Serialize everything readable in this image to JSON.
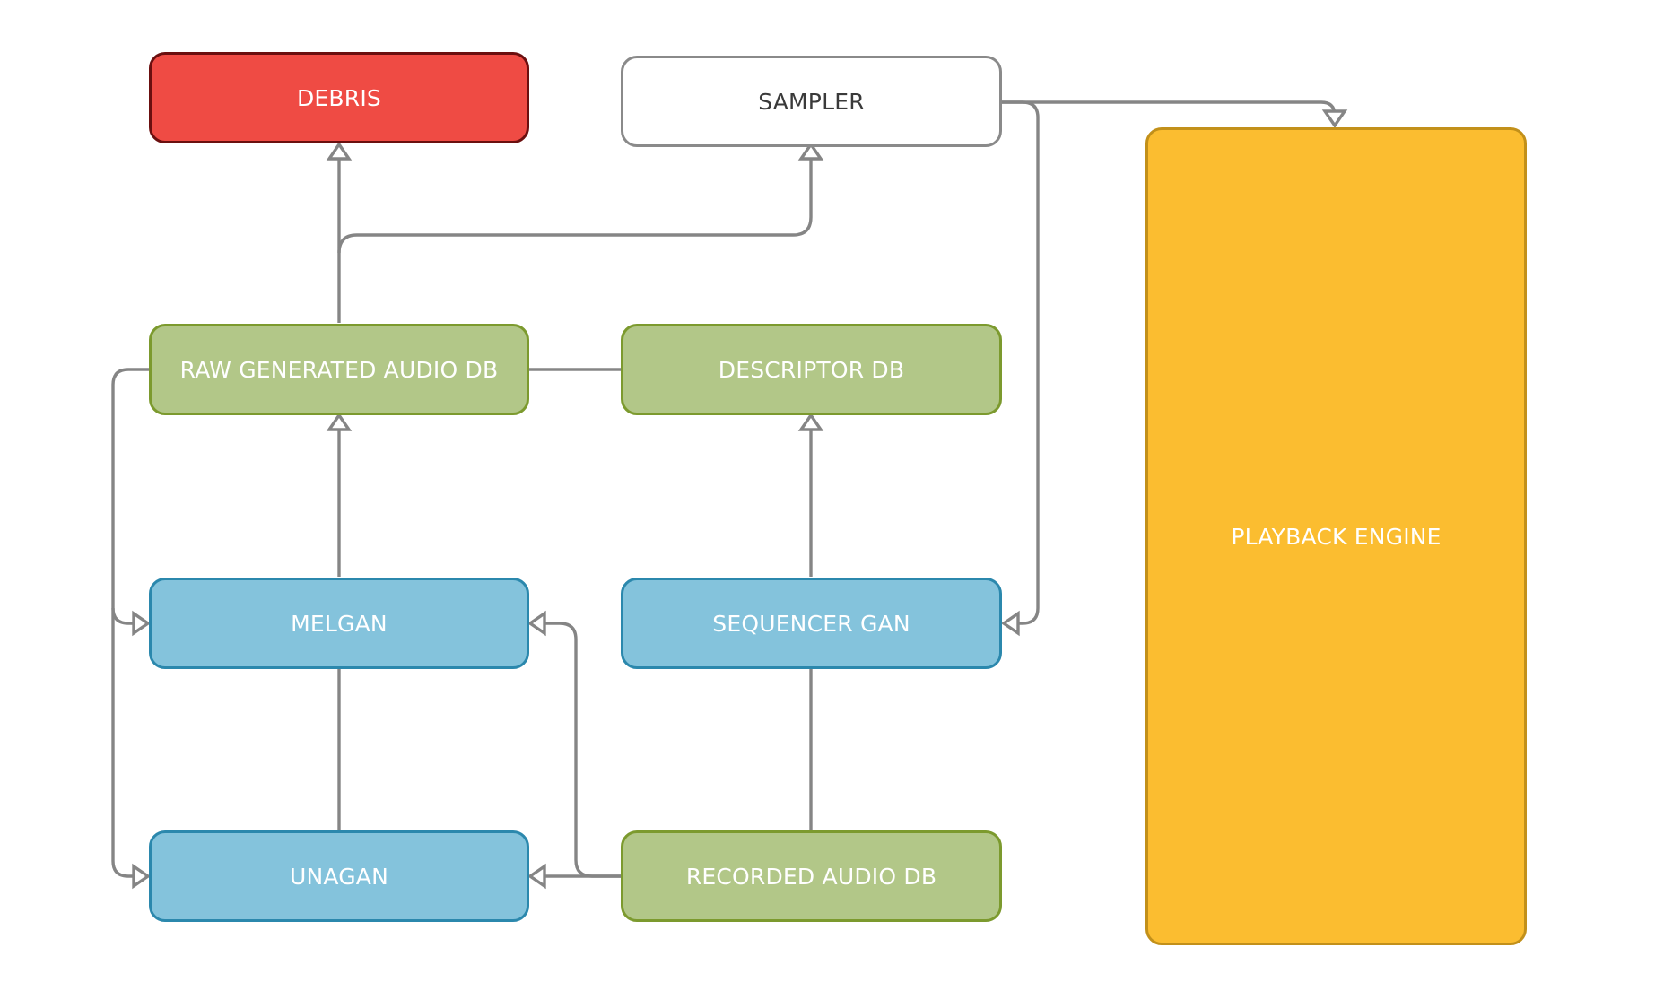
{
  "nodes": {
    "debris": "DEBRIS",
    "sampler": "SAMPLER",
    "raw_generated_audio_db": "RAW GENERATED AUDIO DB",
    "descriptor_db": "DESCRIPTOR DB",
    "melgan": "MELGAN",
    "sequencer_gan": "SEQUENCER GAN",
    "unagan": "UNAGAN",
    "recorded_audio_db": "RECORDED AUDIO DB",
    "playback_engine": "PLAYBACK ENGINE"
  },
  "edges": [
    {
      "from": "RAW GENERATED AUDIO DB",
      "to": "DEBRIS"
    },
    {
      "from": "RAW GENERATED AUDIO DB",
      "to": "SAMPLER"
    },
    {
      "from": "SAMPLER",
      "to": "PLAYBACK ENGINE"
    },
    {
      "from": "SAMPLER",
      "to": "SEQUENCER GAN"
    },
    {
      "from": "RAW GENERATED AUDIO DB",
      "to": "DESCRIPTOR DB"
    },
    {
      "from": "RAW GENERATED AUDIO DB",
      "to": "MELGAN"
    },
    {
      "from": "RAW GENERATED AUDIO DB",
      "to": "UNAGAN"
    },
    {
      "from": "MELGAN",
      "to": "RAW GENERATED AUDIO DB"
    },
    {
      "from": "SEQUENCER GAN",
      "to": "DESCRIPTOR DB"
    },
    {
      "from": "MELGAN",
      "to": "UNAGAN"
    },
    {
      "from": "SEQUENCER GAN",
      "to": "RECORDED AUDIO DB"
    },
    {
      "from": "RECORDED AUDIO DB",
      "to": "UNAGAN"
    },
    {
      "from": "RECORDED AUDIO DB",
      "to": "MELGAN"
    }
  ],
  "colors": {
    "debris": "#ef4b44",
    "database": "#b2c788",
    "model": "#84c3dc",
    "playback": "#fbbd30",
    "sampler": "#ffffff",
    "edge": "#858585"
  }
}
